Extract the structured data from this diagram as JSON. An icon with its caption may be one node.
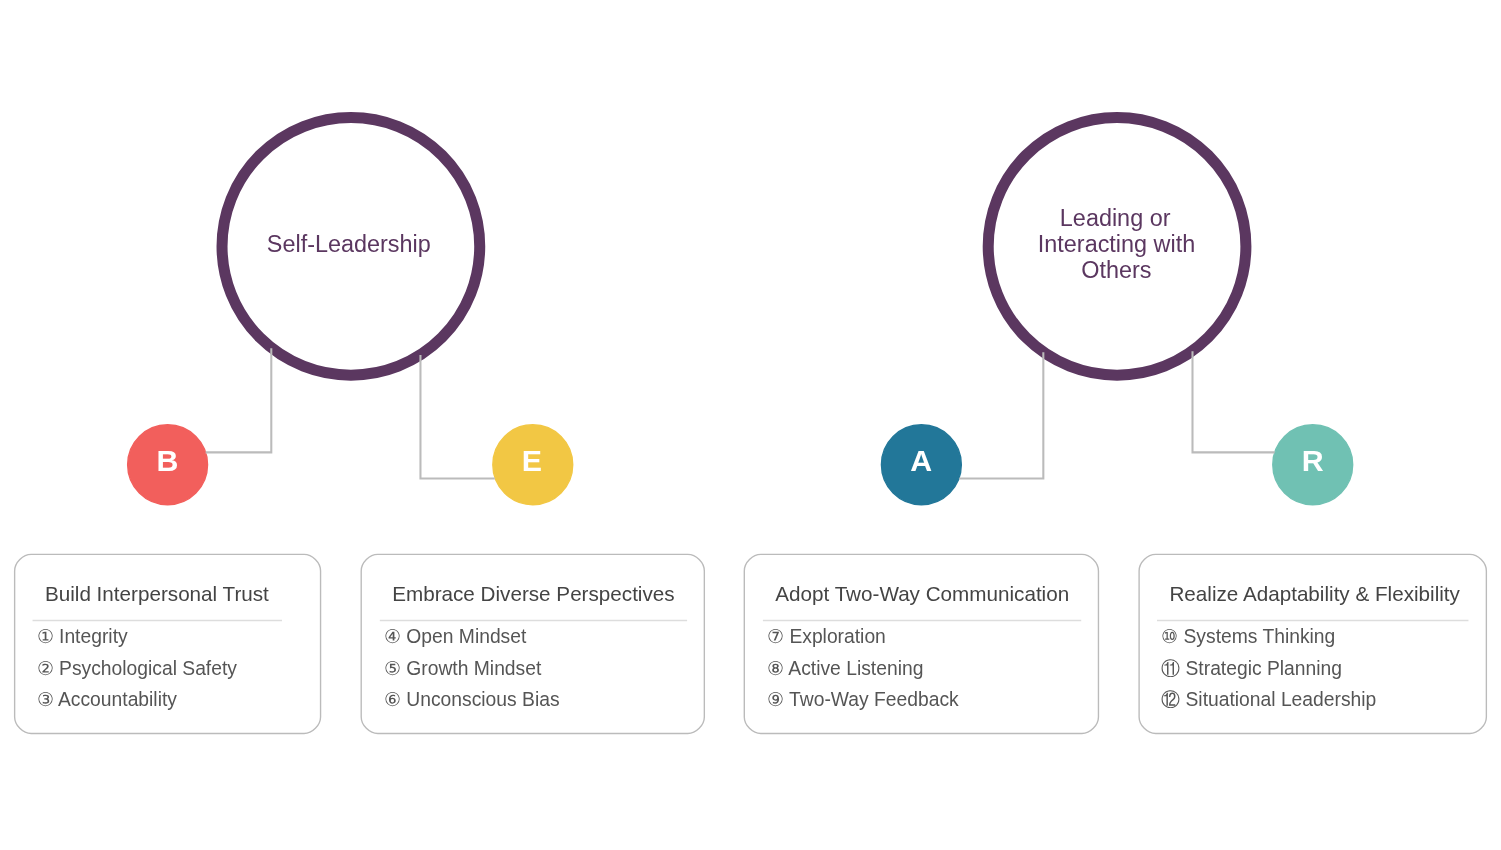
{
  "diagram": {
    "nodes": [
      {
        "text": [
          "Self-Leadership"
        ]
      },
      {
        "text": [
          "Leading or Interacting with Others"
        ]
      },
      {
        "text": [
          "B"
        ]
      },
      {
        "text": [
          "Build Interpersonal Trust",
          "① Integrity",
          "② Psychological Safety",
          "③ Accountability"
        ]
      },
      {
        "text": [
          "E"
        ]
      },
      {
        "text": [
          "Embrace Diverse Perspectives",
          "④ Open Mindset",
          "⑤ Growth Mindset",
          "⑥ Unconscious Bias"
        ]
      },
      {
        "text": [
          "A"
        ]
      },
      {
        "text": [
          "Adopt Two-Way Communication",
          "⑦ Exploration",
          "⑧ Active Listening",
          "⑨ Two-Way Feedback"
        ]
      },
      {
        "text": [
          "R"
        ]
      },
      {
        "text": [
          "Realize Adaptability & Flexibility",
          "⑩ Systems Thinking",
          "⑪ Strategic Planning",
          "⑫ Situational Leadership"
        ]
      }
    ],
    "edges": [
      {
        "from": 0,
        "to": 2,
        "arrow": "none"
      },
      {
        "from": 0,
        "to": 4,
        "arrow": "none"
      },
      {
        "from": 1,
        "to": 6,
        "arrow": "none"
      },
      {
        "from": 1,
        "to": 8,
        "arrow": "none"
      }
    ]
  }
}
